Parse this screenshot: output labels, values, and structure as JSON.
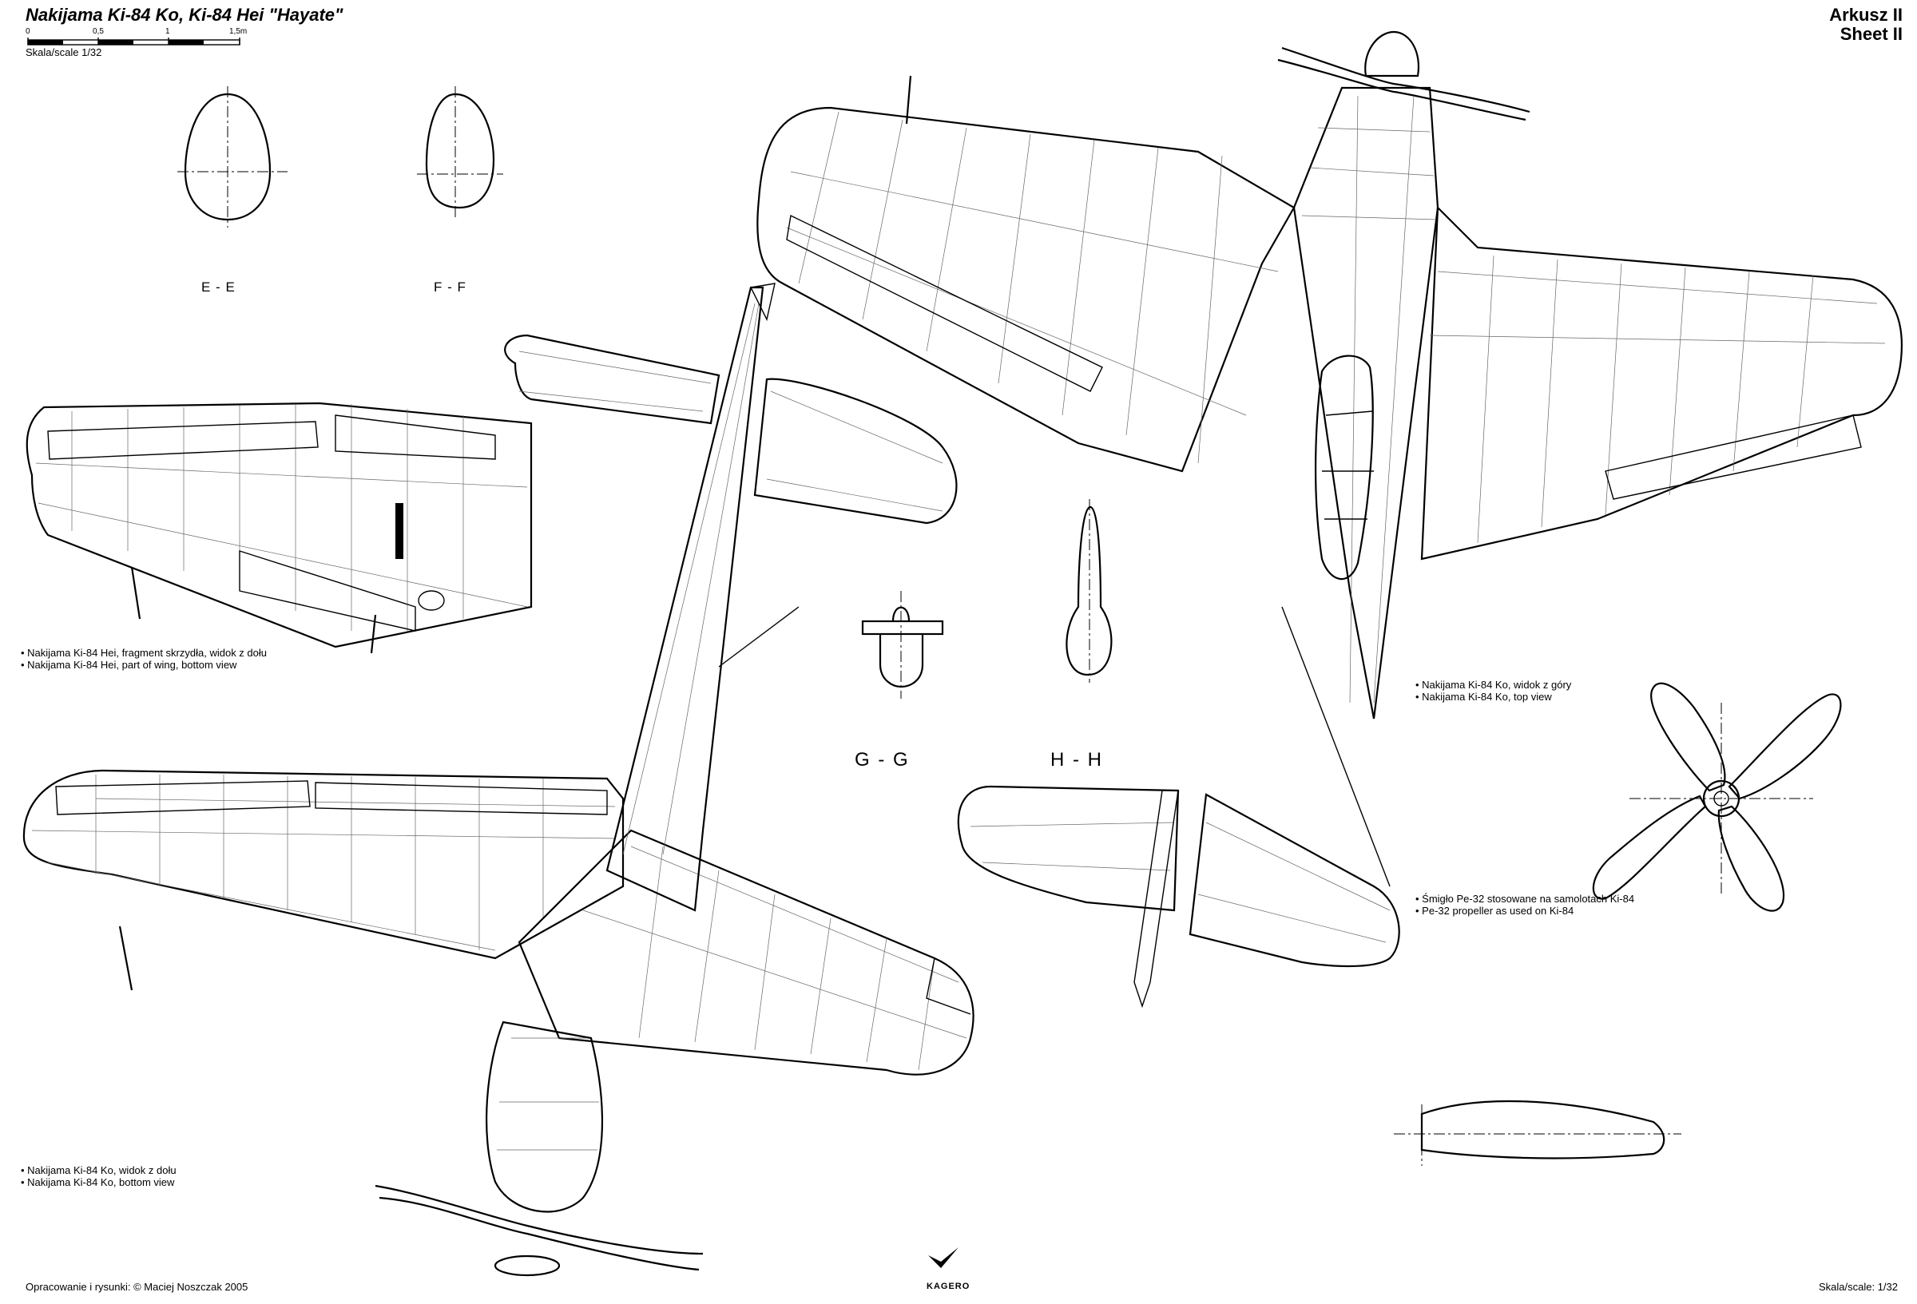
{
  "title": "Nakijama Ki-84 Ko, Ki-84 Hei \"Hayate\"",
  "scale_bar": {
    "ticks": [
      "0",
      "0,5",
      "1",
      "1,5m"
    ],
    "caption": "Skala/scale 1/32"
  },
  "sheet_label": {
    "line1": "Arkusz II",
    "line2": "Sheet II"
  },
  "sections": {
    "ee": "E - E",
    "ff": "F - F",
    "gg": "G - G",
    "hh": "H - H"
  },
  "captions": {
    "wing_fragment_pl": "• Nakijama Ki-84 Hei, fragment skrzydła, widok z dołu",
    "wing_fragment_en": "• Nakijama Ki-84 Hei, part of wing, bottom view",
    "top_view_pl": "• Nakijama Ki-84 Ko, widok z góry",
    "top_view_en": "• Nakijama Ki-84 Ko, top view",
    "propeller_pl": "• Śmigło Pe-32 stosowane na samolotach Ki-84",
    "propeller_en": "• Pe-32 propeller as used on Ki-84",
    "bottom_view_pl": "• Nakijama Ki-84 Ko, widok z dołu",
    "bottom_view_en": "• Nakijama Ki-84 Ko, bottom view"
  },
  "footer": {
    "credits": "Opracowanie i rysunki: © Maciej Noszczak 2005",
    "publisher": "KAGERO",
    "scale": "Skala/scale: 1/32"
  },
  "palette": {
    "ink": "#000000",
    "paper": "#ffffff",
    "panel_lines": "#666666"
  },
  "icons": [
    "kagero-logo-icon"
  ]
}
